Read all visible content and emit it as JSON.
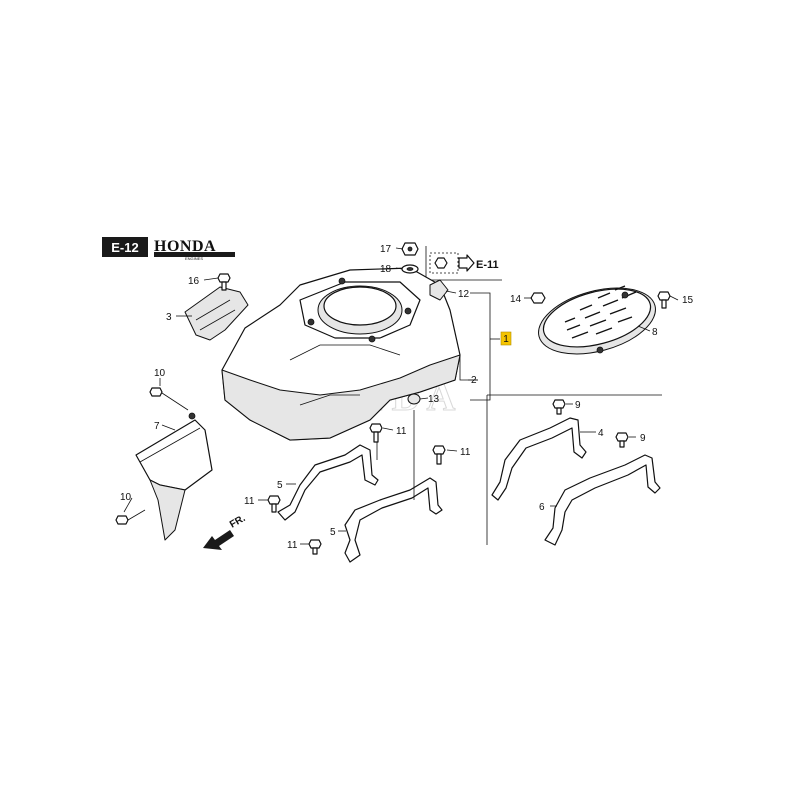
{
  "header": {
    "section_code": "E-12",
    "brand": "HONDA",
    "brand_sub": "ENGINES"
  },
  "reference": {
    "label": "E-11"
  },
  "watermark": "HONDA",
  "direction": {
    "label": "FR."
  },
  "callouts": {
    "c1": "1",
    "c2": "2",
    "c3": "3",
    "c4": "4",
    "c5a": "5",
    "c5b": "5",
    "c6": "6",
    "c7": "7",
    "c8": "8",
    "c9a": "9",
    "c9b": "9",
    "c10a": "10",
    "c10b": "10",
    "c11a": "11",
    "c11b": "11",
    "c11c": "11",
    "c11d": "11",
    "c12": "12",
    "c13": "13",
    "c14": "14",
    "c15": "15",
    "c16": "16",
    "c17": "17",
    "c18": "18"
  },
  "colors": {
    "highlight": "#f5c400",
    "ink": "#111111",
    "badge": "#1a1a1a"
  }
}
